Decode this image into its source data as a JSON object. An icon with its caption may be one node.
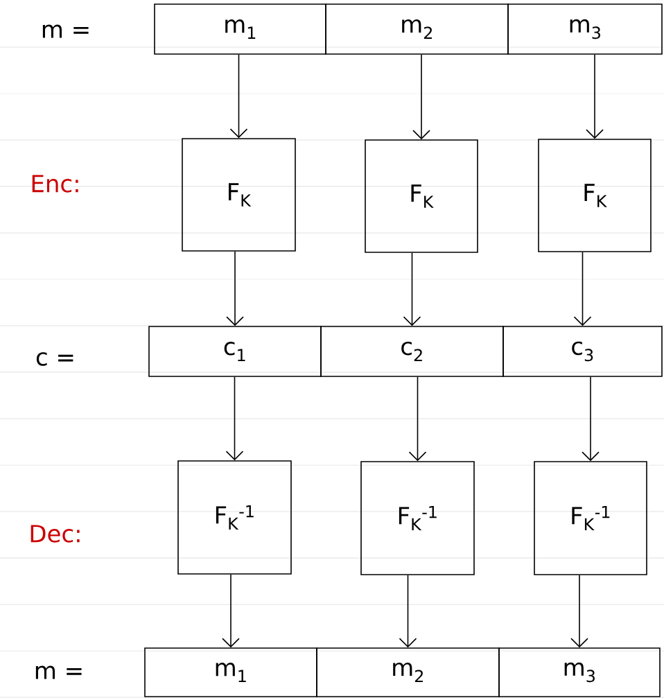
{
  "diagram": {
    "nodes": [
      {
        "text": [
          "m$_{1}$"
        ]
      },
      {
        "text": [
          "m$_{2}$"
        ]
      },
      {
        "text": [
          "m$_{3}$"
        ]
      },
      {
        "text": [
          "F$_{K}$"
        ]
      },
      {
        "text": [
          "F$_{K}$"
        ]
      },
      {
        "text": [
          "F$_{K}$"
        ]
      },
      {
        "text": [
          "c$_{1}$"
        ]
      },
      {
        "text": [
          "c$_{2}$"
        ]
      },
      {
        "text": [
          "c$_{3}$"
        ]
      },
      {
        "text": [
          "F$_{K}$$^{-1}$"
        ]
      },
      {
        "text": [
          "F$_{K}$$^{-1}$"
        ]
      },
      {
        "text": [
          "F$_{K}$$^{-1}$"
        ]
      },
      {
        "text": [
          "m$_{1}$"
        ]
      },
      {
        "text": [
          "m$_{2}$"
        ]
      },
      {
        "text": [
          "m$_{3}$"
        ]
      }
    ],
    "edges": [
      {
        "from": 0,
        "to": 3,
        "arrow": "to"
      },
      {
        "from": 1,
        "to": 4,
        "arrow": "to"
      },
      {
        "from": 2,
        "to": 5,
        "arrow": "to"
      },
      {
        "from": 3,
        "to": 6,
        "arrow": "to"
      },
      {
        "from": 4,
        "to": 7,
        "arrow": "to"
      },
      {
        "from": 5,
        "to": 8,
        "arrow": "to"
      },
      {
        "from": 6,
        "to": 9,
        "arrow": "to"
      },
      {
        "from": 7,
        "to": 10,
        "arrow": "to"
      },
      {
        "from": 8,
        "to": 11,
        "arrow": "to"
      },
      {
        "from": 9,
        "to": 12,
        "arrow": "to"
      },
      {
        "from": 10,
        "to": 13,
        "arrow": "to"
      },
      {
        "from": 11,
        "to": 14,
        "arrow": "to"
      }
    ],
    "labels": [
      "m =",
      "Enc:",
      "c =",
      "Dec:",
      "m ="
    ]
  }
}
